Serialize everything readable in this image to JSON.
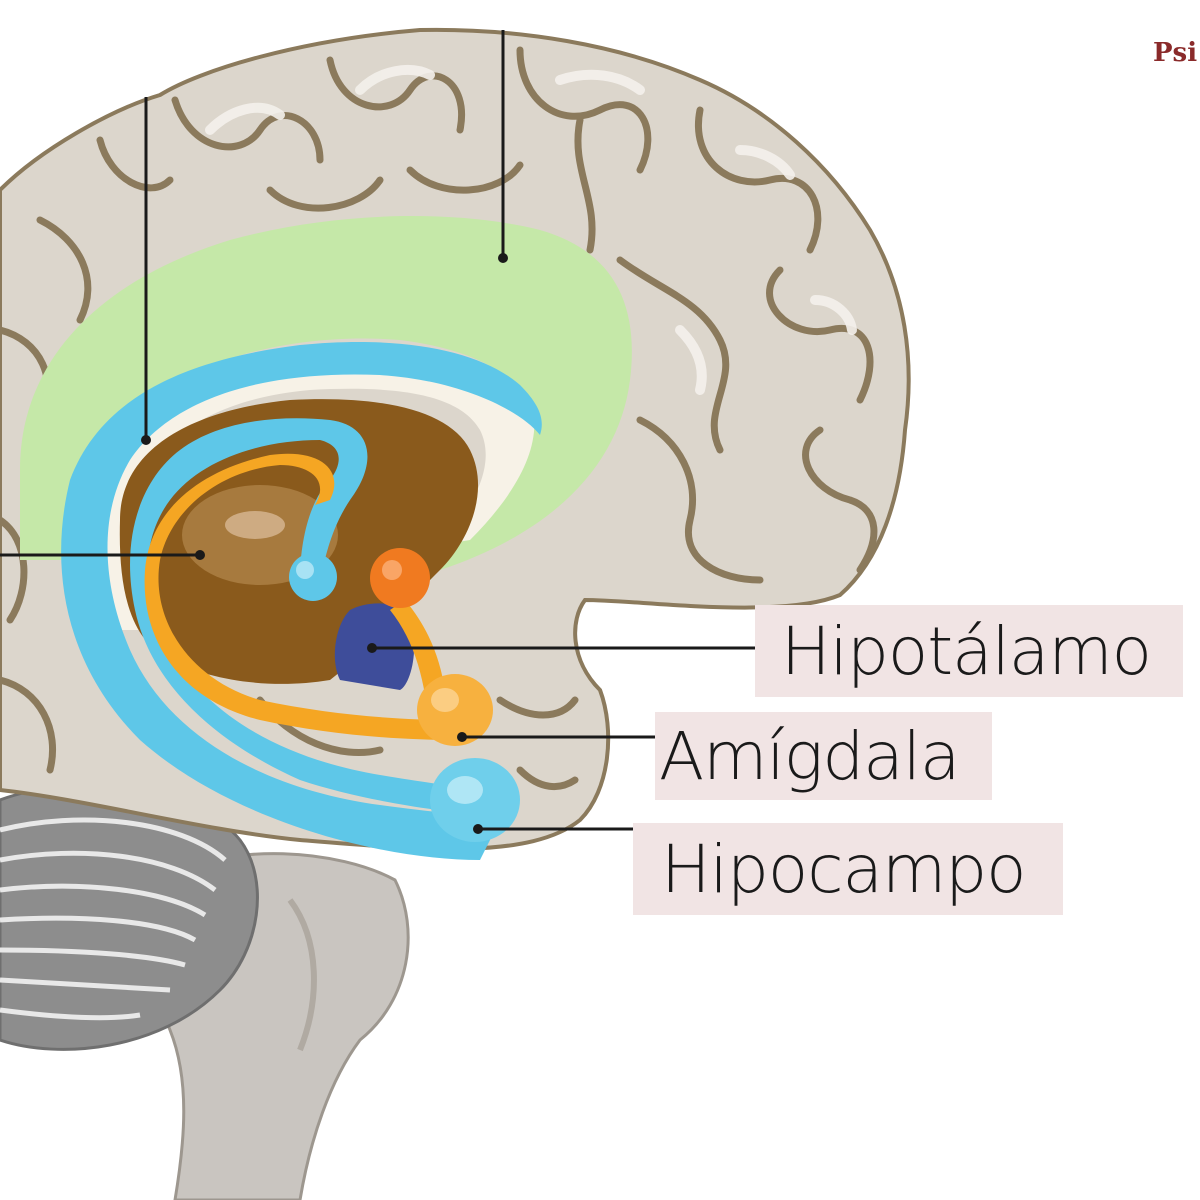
{
  "brand": {
    "text": "Psi"
  },
  "labels": {
    "hipotalamo": "Hipotálamo",
    "amigdala": "Amígdala",
    "hipocampo": "Hipocampo"
  },
  "colors": {
    "cortex": "#dcd6cc",
    "sulcus": "#8b7a5c",
    "cingulate_gyrus": "#c5e8a8",
    "fornix": "#5ec7e8",
    "thalamus": "#8a5a1c",
    "hypothalamus": "#3e4d9a",
    "amygdala": "#f5a623",
    "mammillary": "#f07a20",
    "cerebellum": "#8d8d8d",
    "brainstem": "#c9c5c0",
    "label_background": "#f1e4e4",
    "brand": "#8a2a2a"
  }
}
